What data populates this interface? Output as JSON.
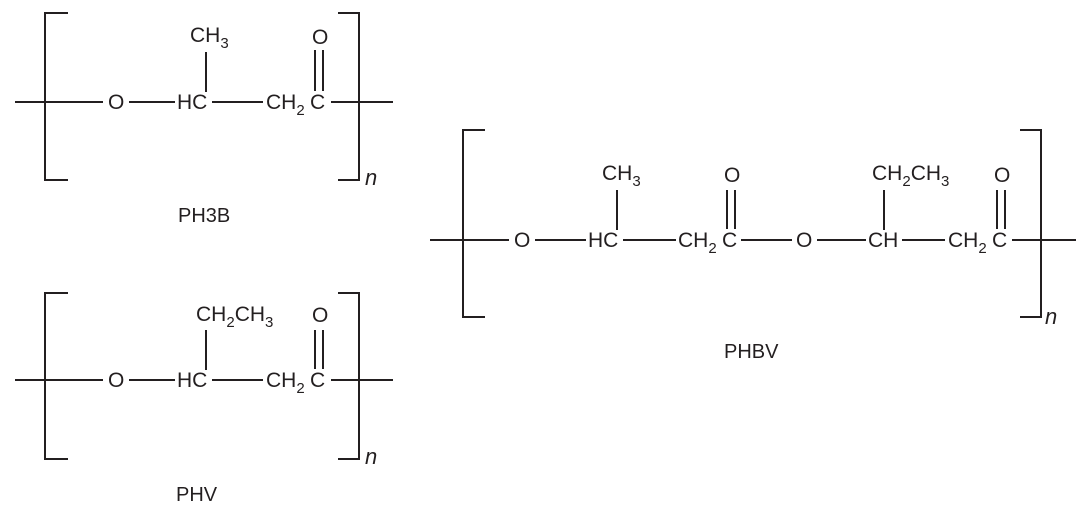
{
  "polymers": {
    "ph3b": {
      "name": "PH3B",
      "repeat": "n",
      "atoms": {
        "o": "O",
        "hc": "HC",
        "ch2": "CH",
        "ch2_sub": "2",
        "c": "C",
        "carbonyl_o": "O",
        "ch3": "CH",
        "ch3_sub": "3"
      }
    },
    "phv": {
      "name": "PHV",
      "repeat": "n",
      "atoms": {
        "o": "O",
        "hc": "HC",
        "ch2": "CH",
        "ch2_sub": "2",
        "c": "C",
        "carbonyl_o": "O",
        "ethyl_a": "CH",
        "ethyl_a_sub": "2",
        "ethyl_b": "CH",
        "ethyl_b_sub": "3"
      }
    },
    "phbv": {
      "name": "PHBV",
      "repeat": "n",
      "atoms": {
        "o1": "O",
        "hc": "HC",
        "ch2_1": "CH",
        "ch2_1_sub": "2",
        "c1": "C",
        "carbonyl_o1": "O",
        "ch3": "CH",
        "ch3_sub": "3",
        "o2": "O",
        "ch": "CH",
        "ch2_2": "CH",
        "ch2_2_sub": "2",
        "c2": "C",
        "carbonyl_o2": "O",
        "ethyl_a": "CH",
        "ethyl_a_sub": "2",
        "ethyl_b": "CH",
        "ethyl_b_sub": "3"
      }
    }
  }
}
